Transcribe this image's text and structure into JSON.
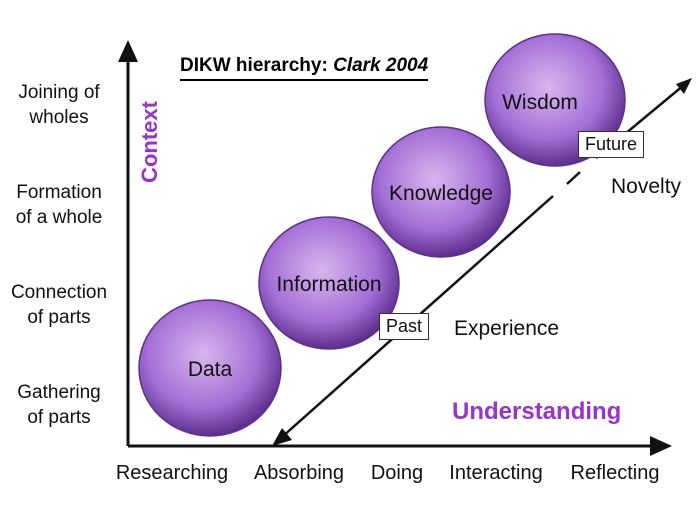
{
  "title": {
    "main": "DIKW hierarchy:",
    "citation": "Clark 2004"
  },
  "axes": {
    "y_title": "Context",
    "x_title": "Understanding"
  },
  "y_levels": [
    {
      "line1": "Joining of",
      "line2": "wholes"
    },
    {
      "line1": "Formation",
      "line2": "of a whole"
    },
    {
      "line1": "Connection",
      "line2": "of parts"
    },
    {
      "line1": "Gathering",
      "line2": "of parts"
    }
  ],
  "x_levels": [
    "Researching",
    "Absorbing",
    "Doing",
    "Interacting",
    "Reflecting"
  ],
  "stages": [
    "Data",
    "Information",
    "Knowledge",
    "Wisdom"
  ],
  "time_axis": {
    "past_label": "Past",
    "future_label": "Future",
    "past_note": "Experience",
    "future_note": "Novelty"
  },
  "colors": {
    "bubble_light": "#d8b6ee",
    "bubble_mid": "#a46fd6",
    "bubble_dark": "#5e2f8e",
    "axis_title": "#9933cc",
    "line": "#111111"
  }
}
